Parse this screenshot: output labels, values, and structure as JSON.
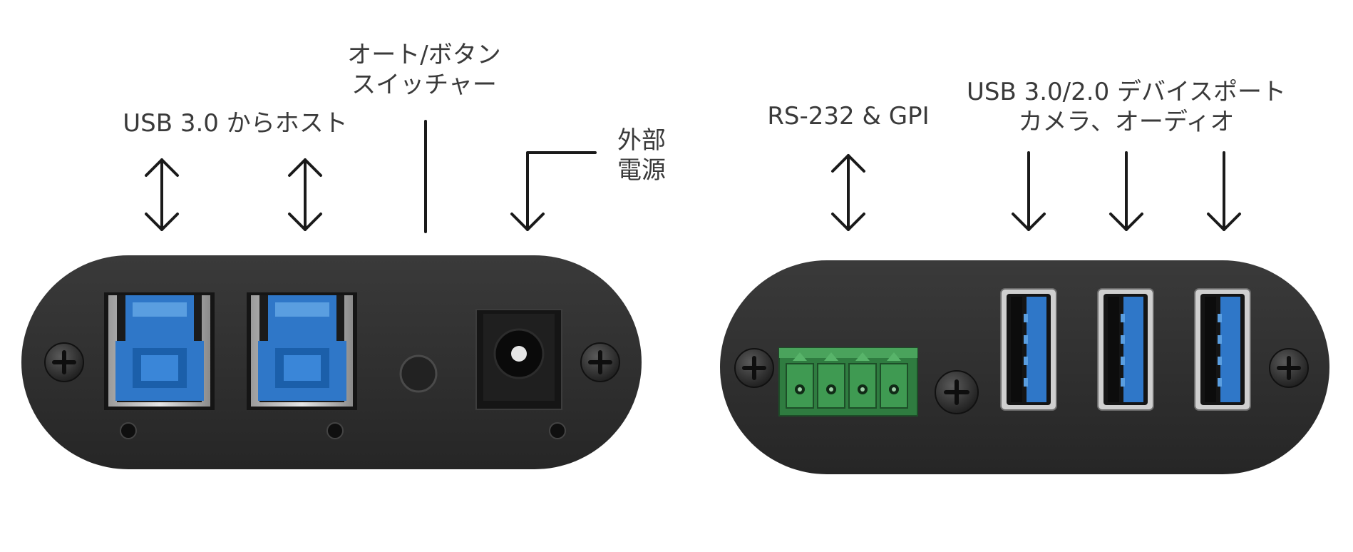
{
  "labels": {
    "usb_host": "USB 3.0 からホスト",
    "auto_button": [
      "オート/ボタン",
      "スイッチャー"
    ],
    "external_power": [
      "外部",
      "電源"
    ],
    "rs232_gpi": "RS-232 & GPI",
    "usb_device": [
      "USB 3.0/2.0 デバイスポート",
      "カメラ、オーディオ"
    ]
  },
  "colors": {
    "label_text": "#3a3a3a",
    "line": "#1a1a1a",
    "panel": "#2d2d2d",
    "usb_blue": "#2f77c8",
    "terminal_green": "#3f9a52"
  }
}
